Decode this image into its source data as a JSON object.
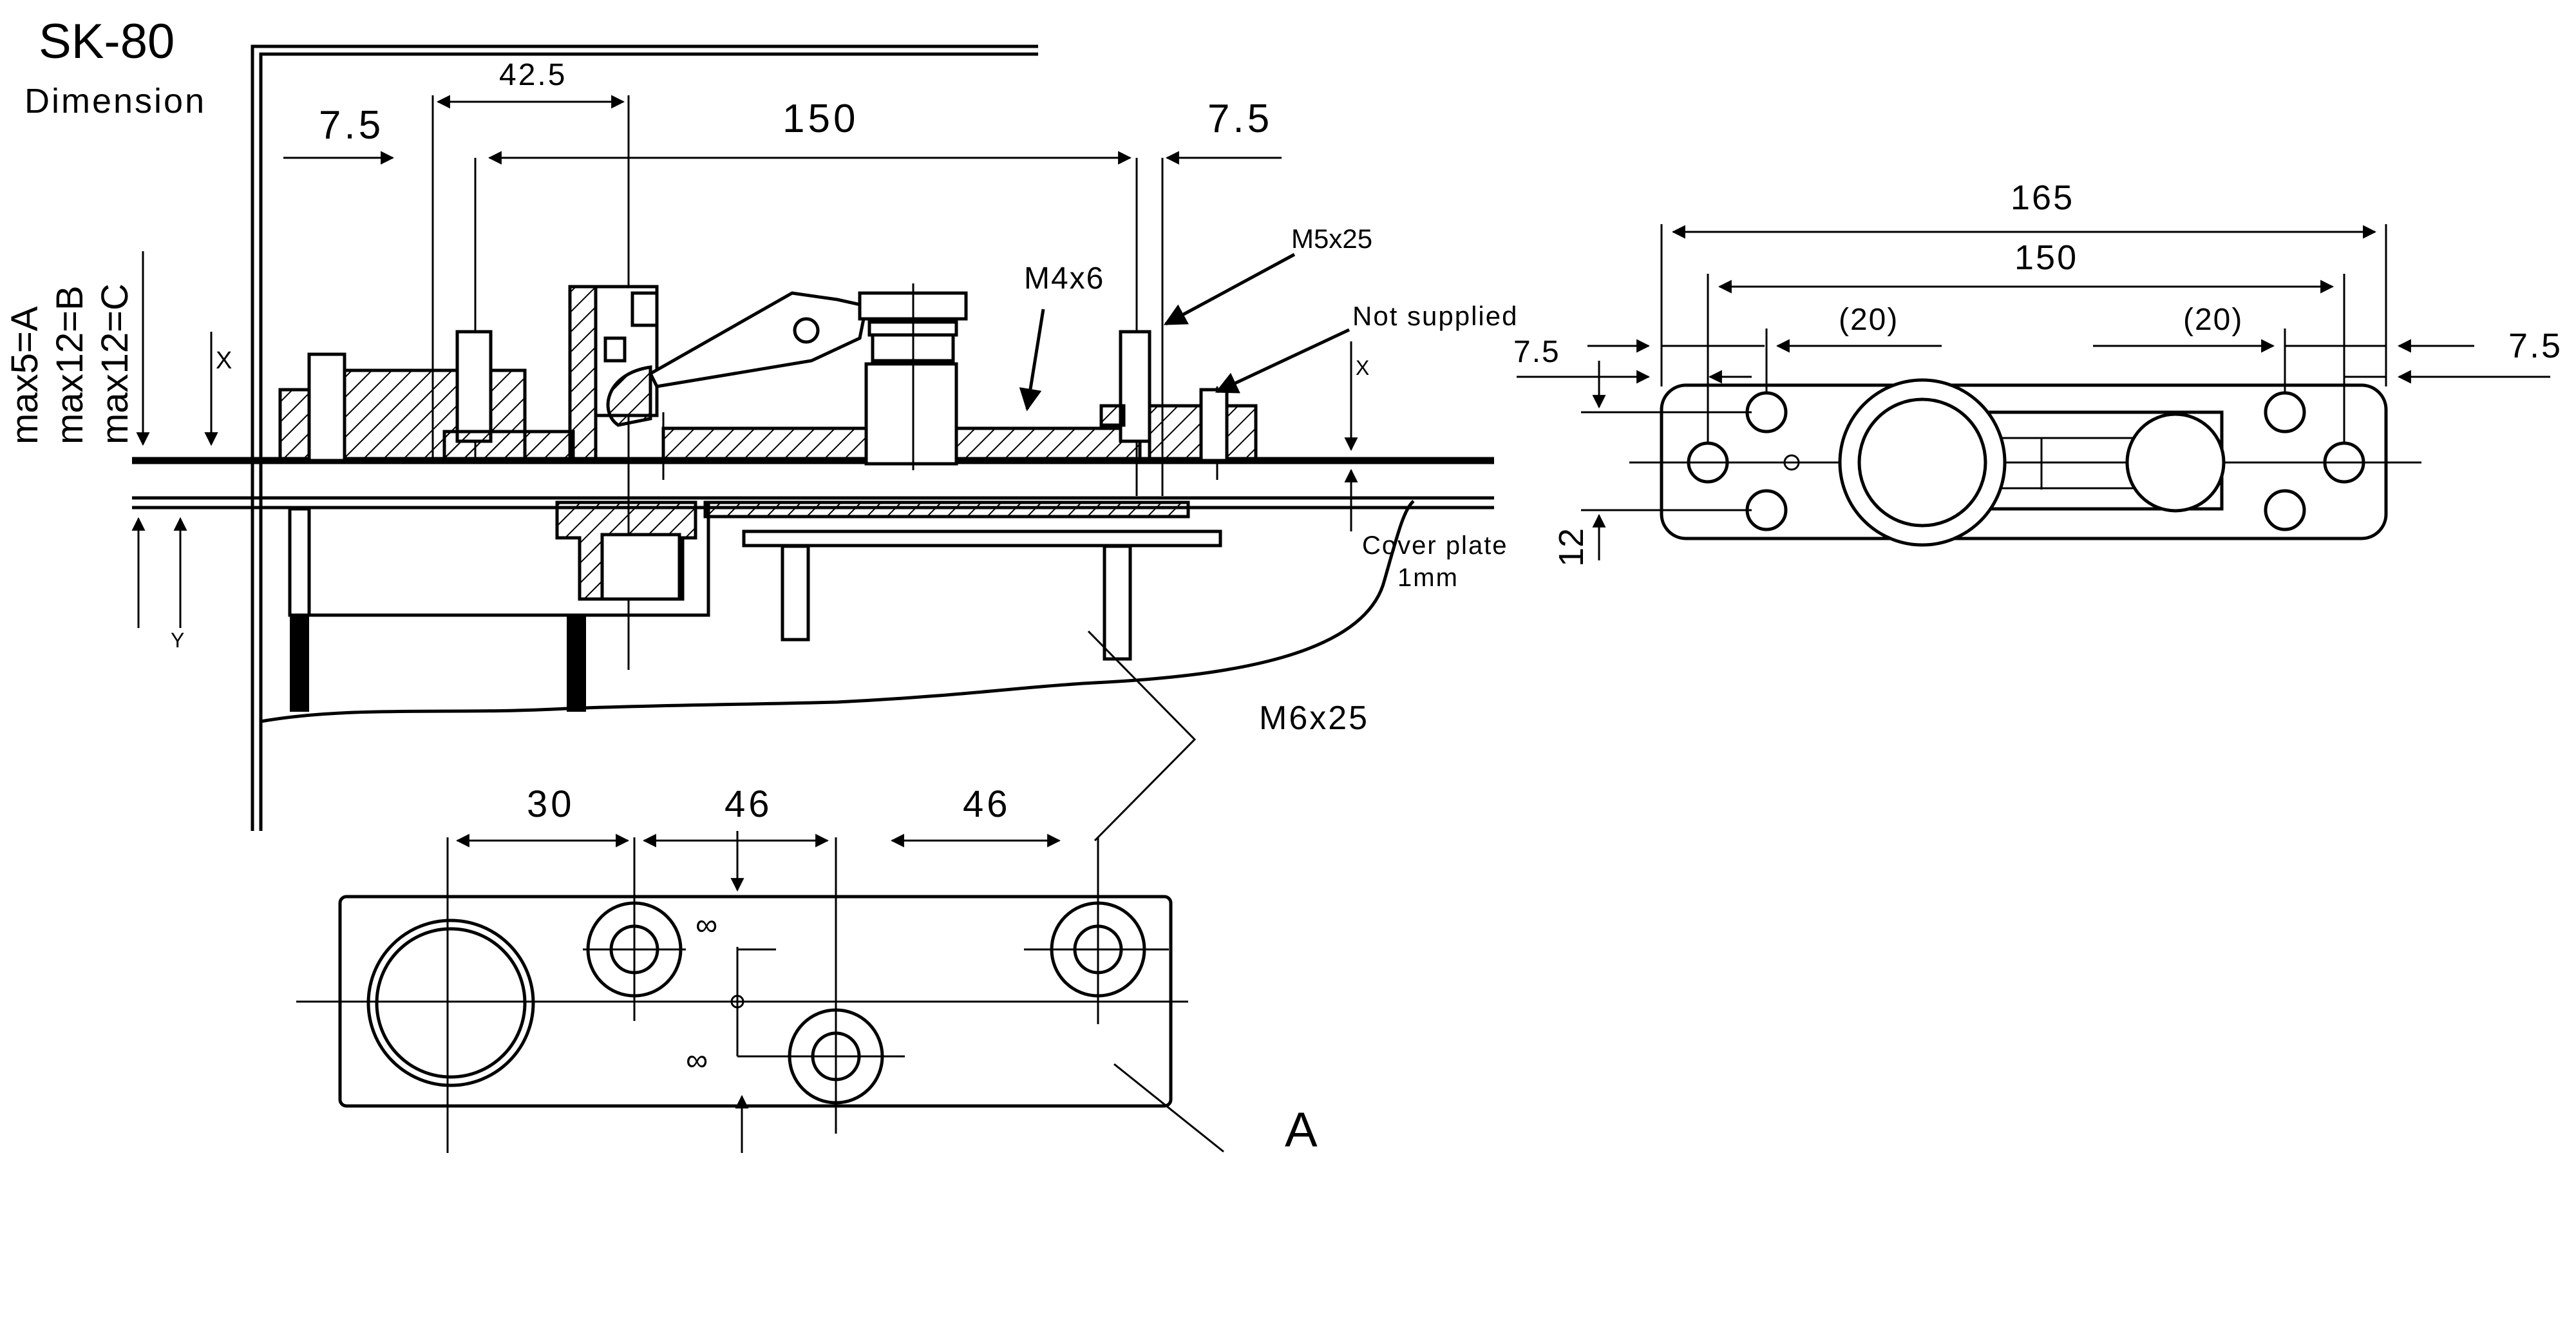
{
  "title": "SK-80",
  "subtitle": "Dimension",
  "side_labels": [
    "max5=A",
    "max12=B",
    "max12=C"
  ],
  "side_view": {
    "dim_top_small": "42.5",
    "dim_left": "7.5",
    "dim_center": "150",
    "dim_right": "7.5",
    "label_x_left": "X",
    "label_x_right": "X",
    "label_y": "Y",
    "callout_m5": "M5x25",
    "callout_m4": "M4x6",
    "callout_not_supplied": "Not supplied",
    "cover_plate_line1": "Cover plate",
    "cover_plate_line2": "1mm",
    "callout_m6": "M6x25"
  },
  "bottom_plate": {
    "dim_1": "30",
    "dim_2": "46",
    "dim_3": "46",
    "offset_upper": "∞",
    "offset_lower": "∞",
    "view_label": "A"
  },
  "top_view": {
    "dim_overall": "165",
    "dim_holes": "150",
    "dim_left_paren": "(20)",
    "dim_right_paren": "(20)",
    "dim_edge_left": "7.5",
    "dim_edge_right": "7.5",
    "dim_height": "12"
  }
}
